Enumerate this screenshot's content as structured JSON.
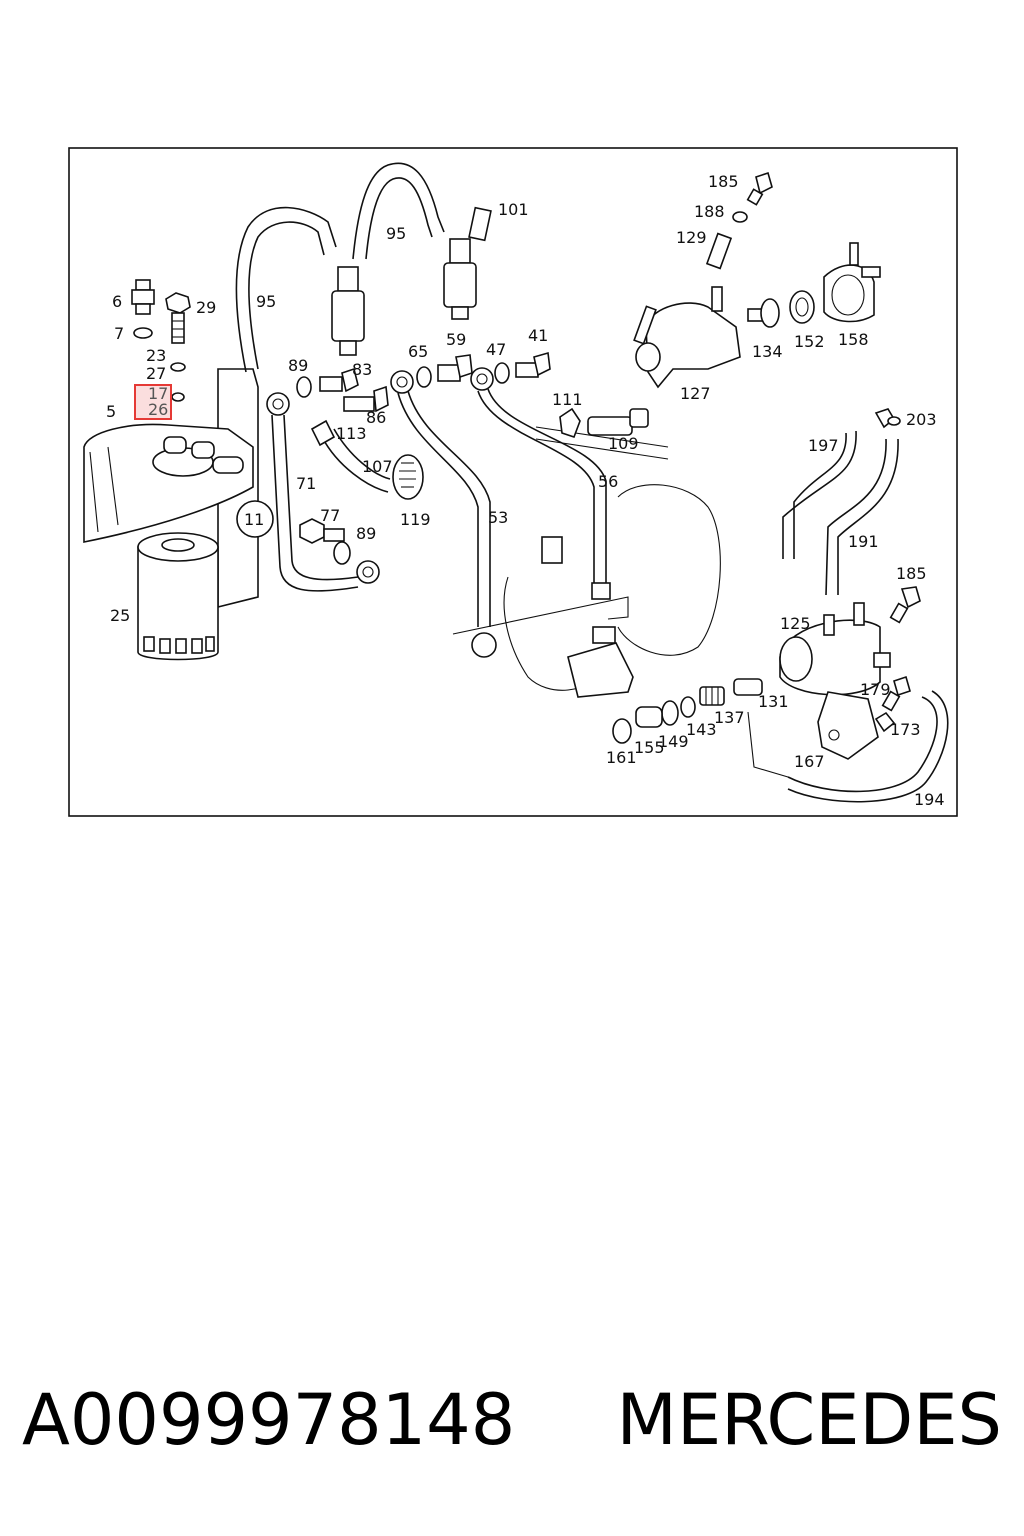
{
  "diagram": {
    "callouts": {
      "c185a": "185",
      "c188": "188",
      "c129": "129",
      "c101": "101",
      "c95a": "95",
      "c95b": "95",
      "c6": "6",
      "c29": "29",
      "c7": "7",
      "c23": "23",
      "c27": "27",
      "c5": "5",
      "c89a": "89",
      "c83": "83",
      "c65": "65",
      "c59": "59",
      "c47": "47",
      "c41": "41",
      "c134": "134",
      "c152": "152",
      "c158": "158",
      "c127": "127",
      "c111": "111",
      "c109": "109",
      "c86": "86",
      "c113": "113",
      "c107": "107",
      "c203": "203",
      "c197": "197",
      "c71": "71",
      "c11": "11",
      "c119": "119",
      "c53": "53",
      "c56": "56",
      "c191": "191",
      "c77": "77",
      "c89b": "89",
      "c185b": "185",
      "c25": "25",
      "c125": "125",
      "c131": "131",
      "c179": "179",
      "c137": "137",
      "c143": "143",
      "c149": "149",
      "c155": "155",
      "c161": "161",
      "c173": "173",
      "c167": "167",
      "c194": "194"
    },
    "highlight": {
      "top": "17",
      "bottom": "26",
      "color": "#e53935"
    }
  },
  "footer": {
    "part_number": "A0099978148",
    "brand": "MERCEDES"
  }
}
